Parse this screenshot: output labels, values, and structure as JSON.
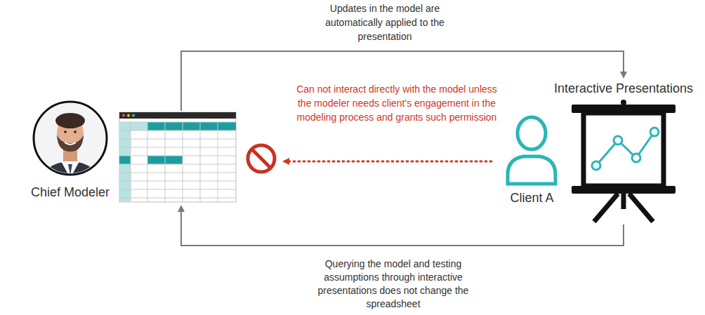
{
  "diagram": {
    "nodes": [
      {
        "text": [
          "Chief Modeler"
        ]
      },
      {
        "text": [
          "Client A"
        ]
      },
      {
        "text": [
          "Interactive Presentations"
        ]
      }
    ],
    "edges": [
      {
        "from": 0,
        "to": 2,
        "arrow": "to",
        "label": "Updates in the model are automatically applied to the presentation"
      },
      {
        "from": 2,
        "to": 0,
        "arrow": "to",
        "label": "Querying the model and testing assumptions through interactive presentations does not change the spreadsheet"
      },
      {
        "from": 1,
        "to": 0,
        "arrow": "to",
        "label": "Can not interact directly with the model unless the modeler needs client's engagement in the modeling process and grants such permission"
      }
    ]
  }
}
